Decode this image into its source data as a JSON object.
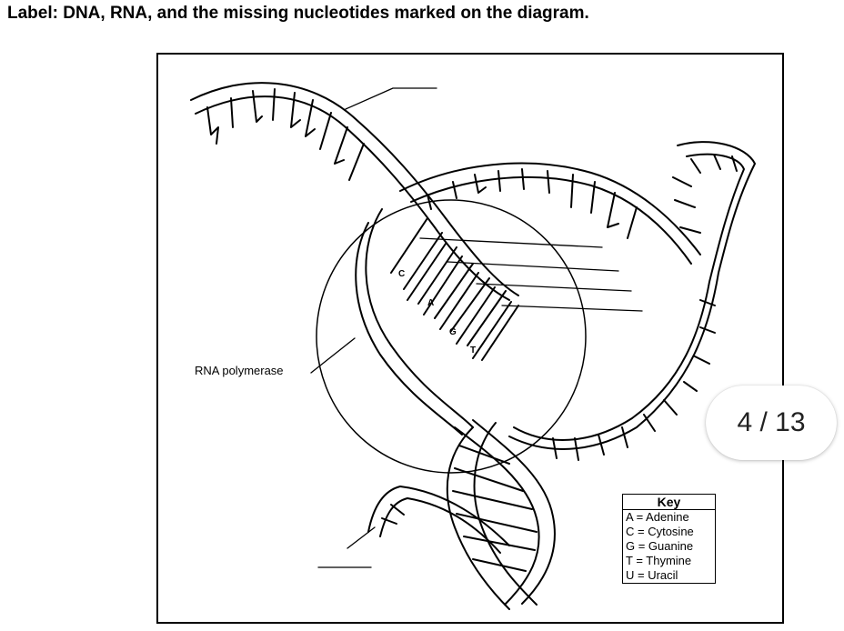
{
  "instruction": "Label: DNA, RNA, and the missing nucleotides marked on the diagram.",
  "diagram": {
    "enzyme_label": "RNA polymerase",
    "base_letters": [
      "C",
      "A",
      "G",
      "T"
    ],
    "key": {
      "title": "Key",
      "items": [
        "A = Adenine",
        "C = Cytosine",
        "G = Guanine",
        "T = Thymine",
        "U = Uracil"
      ]
    }
  },
  "page_counter": "4 / 13"
}
